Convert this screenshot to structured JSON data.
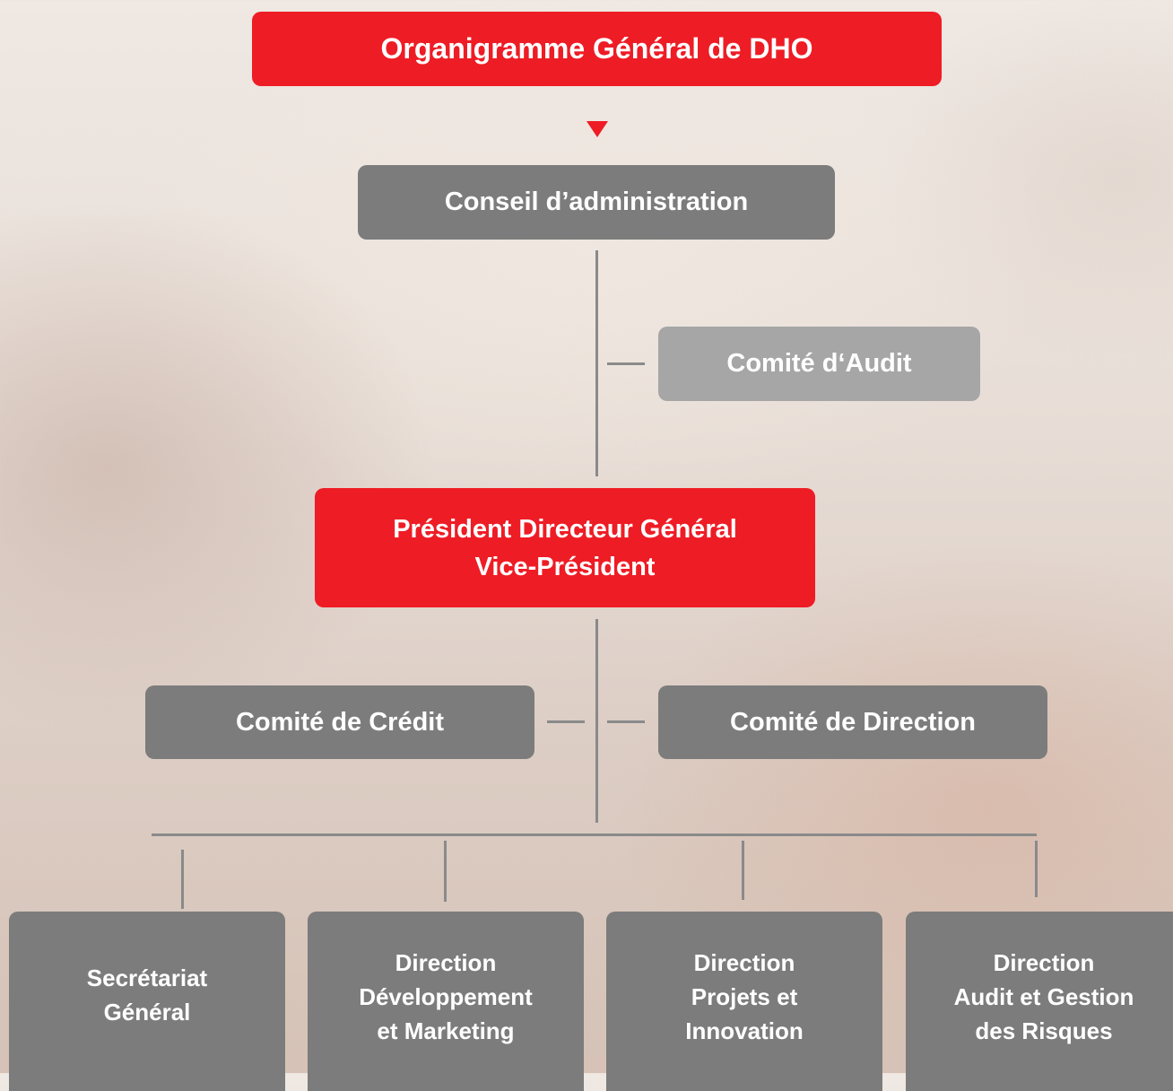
{
  "chart": {
    "title": "Organigramme Général de DHO",
    "board": "Conseil d’administration",
    "audit_committee": "Comité d‘Audit",
    "ceo": {
      "line1": "Président Directeur Général",
      "line2": "Vice-Président"
    },
    "credit_committee": "Comité de Crédit",
    "management_committee": "Comité de Direction",
    "departments": [
      {
        "lines": [
          "Secrétariat",
          "Général"
        ]
      },
      {
        "lines": [
          "Direction",
          "Développement",
          "et Marketing"
        ]
      },
      {
        "lines": [
          "Direction",
          "Projets et",
          "Innovation"
        ]
      },
      {
        "lines": [
          "Direction",
          "Audit et Gestion",
          "des Risques"
        ]
      }
    ]
  },
  "colors": {
    "accent_red": "#ee1c25",
    "box_gray": "#7c7c7c",
    "box_light_gray": "#a6a6a6",
    "connector": "#8a8a8a"
  },
  "icons": {
    "title_arrow": "down-triangle-icon"
  }
}
